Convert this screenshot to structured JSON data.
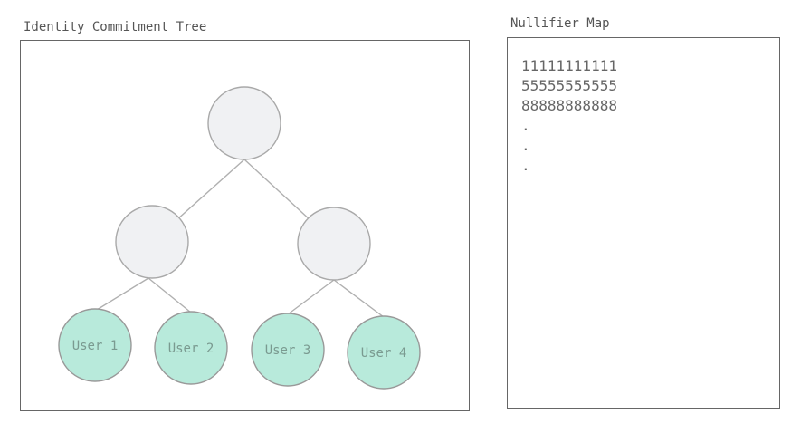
{
  "tree": {
    "title": "Identity Commitment Tree",
    "leaves": [
      "User 1",
      "User 2",
      "User 3",
      "User 4"
    ],
    "colors": {
      "internal_fill": "#f0f1f3",
      "internal_stroke": "#a9a9a9",
      "leaf_fill": "#b8eadb",
      "leaf_stroke": "#999999",
      "leaf_text": "#7a9a90",
      "edge": "#b0b0b0"
    }
  },
  "nullifier": {
    "title": "Nullifier Map",
    "entries": [
      "11111111111",
      "55555555555",
      "88888888888",
      ".",
      ".",
      "."
    ]
  }
}
